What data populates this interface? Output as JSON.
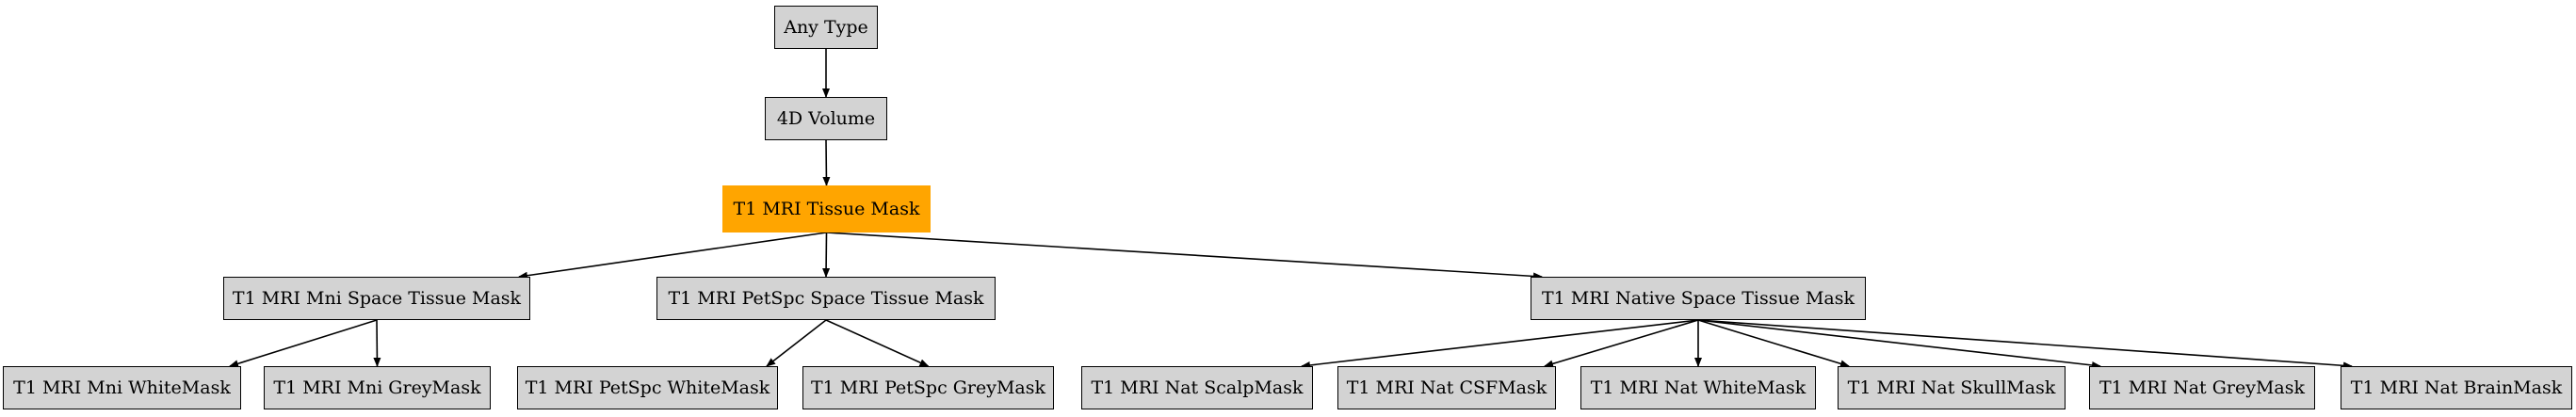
{
  "diagram": {
    "highlight_color": "#ffa500",
    "node_fill": "#d3d3d3",
    "edge_color": "#000000",
    "nodes": {
      "any_type": "Any Type",
      "volume_4d": "4D Volume",
      "t1_tissue_mask": "T1 MRI Tissue Mask",
      "mni_tissue_mask": "T1 MRI Mni Space Tissue Mask",
      "petspc_tissue_mask": "T1 MRI PetSpc Space Tissue Mask",
      "native_tissue_mask": "T1 MRI Native Space Tissue Mask",
      "mni_white": "T1 MRI Mni WhiteMask",
      "mni_grey": "T1 MRI Mni GreyMask",
      "petspc_white": "T1 MRI PetSpc WhiteMask",
      "petspc_grey": "T1 MRI PetSpc GreyMask",
      "nat_scalp": "T1 MRI Nat ScalpMask",
      "nat_csf": "T1 MRI Nat CSFMask",
      "nat_white": "T1 MRI Nat WhiteMask",
      "nat_skull": "T1 MRI Nat SkullMask",
      "nat_grey": "T1 MRI Nat GreyMask",
      "nat_brain": "T1 MRI Nat BrainMask"
    },
    "edges": [
      [
        "any_type",
        "volume_4d"
      ],
      [
        "volume_4d",
        "t1_tissue_mask"
      ],
      [
        "t1_tissue_mask",
        "mni_tissue_mask"
      ],
      [
        "t1_tissue_mask",
        "petspc_tissue_mask"
      ],
      [
        "t1_tissue_mask",
        "native_tissue_mask"
      ],
      [
        "mni_tissue_mask",
        "mni_white"
      ],
      [
        "mni_tissue_mask",
        "mni_grey"
      ],
      [
        "petspc_tissue_mask",
        "petspc_white"
      ],
      [
        "petspc_tissue_mask",
        "petspc_grey"
      ],
      [
        "native_tissue_mask",
        "nat_scalp"
      ],
      [
        "native_tissue_mask",
        "nat_csf"
      ],
      [
        "native_tissue_mask",
        "nat_white"
      ],
      [
        "native_tissue_mask",
        "nat_skull"
      ],
      [
        "native_tissue_mask",
        "nat_grey"
      ],
      [
        "native_tissue_mask",
        "nat_brain"
      ]
    ]
  }
}
